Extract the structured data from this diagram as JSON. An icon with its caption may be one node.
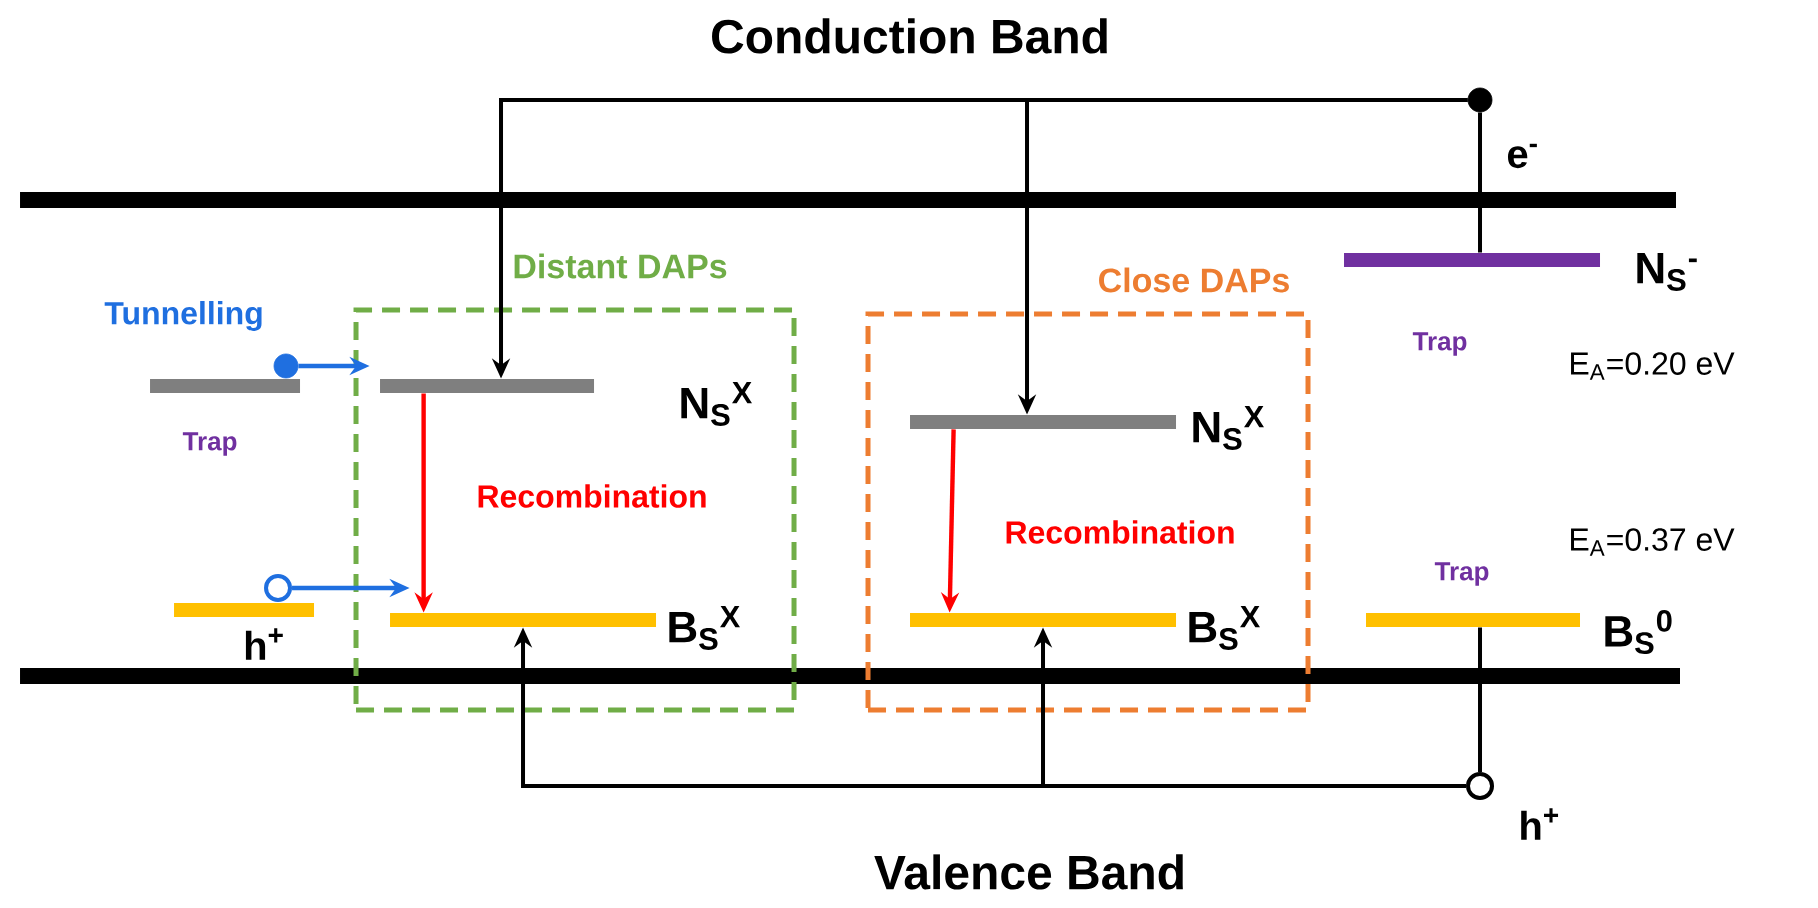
{
  "diagram": {
    "nodes": [
      {
        "text": [
          "Distant DAPs"
        ]
      },
      {
        "text": [],
        "shape": "bar",
        "in": 0,
        "beside": [
          "N$_{S}$$^{X}$"
        ]
      },
      {
        "text": [],
        "shape": "bar",
        "in": 0,
        "beside": [
          "B$_{S}$$^{X}$"
        ]
      },
      {
        "text": [
          "Close DAPs"
        ]
      },
      {
        "text": [],
        "shape": "bar",
        "in": 3,
        "beside": [
          "N$_{S}$$^{X}$"
        ]
      },
      {
        "text": [],
        "shape": "bar",
        "in": 3,
        "beside": [
          "B$_{S}$$^{X}$"
        ]
      },
      {
        "text": [],
        "shape": "bar",
        "beside": [
          "Trap"
        ]
      },
      {
        "text": [],
        "shape": "bar"
      },
      {
        "text": [],
        "shape": "bar",
        "beside": [
          "N$_{S}$$^{-}$",
          "Trap",
          "E$_{A}$=0.20 eV"
        ]
      },
      {
        "text": [],
        "shape": "bar",
        "beside": [
          "B$_{S}$$^{0}$",
          "Trap",
          "E$_{A}$=0.37 eV"
        ]
      },
      {
        "text": [],
        "shape": "circle",
        "beside": [
          "e$^{-}$"
        ]
      },
      {
        "text": [],
        "shape": "circle",
        "beside": [
          "h$^{+}$"
        ]
      },
      {
        "text": [],
        "shape": "circle"
      },
      {
        "text": [],
        "shape": "circle",
        "beside": [
          "h$^{+}$"
        ]
      }
    ],
    "edges": [
      {
        "from": 10,
        "to": 1,
        "arrow": "to"
      },
      {
        "from": 10,
        "to": 4,
        "arrow": "to"
      },
      {
        "from": 10,
        "to": 8,
        "arrow": "none"
      },
      {
        "from": 11,
        "to": 2,
        "arrow": "to"
      },
      {
        "from": 11,
        "to": 5,
        "arrow": "to"
      },
      {
        "from": 11,
        "to": 9,
        "arrow": "none"
      },
      {
        "from": 1,
        "to": 2,
        "arrow": "to",
        "label": "Recombination",
        "color": "#ff0000"
      },
      {
        "from": 4,
        "to": 5,
        "arrow": "to",
        "label": "Recombination",
        "color": "#ff0000"
      },
      {
        "from": 12,
        "to": 1,
        "arrow": "to",
        "color": "#1f6fe0"
      },
      {
        "from": 13,
        "to": 2,
        "arrow": "to",
        "color": "#1f6fe0"
      }
    ],
    "labels": [
      "Conduction Band",
      "Tunnelling",
      "Valence Band"
    ]
  }
}
